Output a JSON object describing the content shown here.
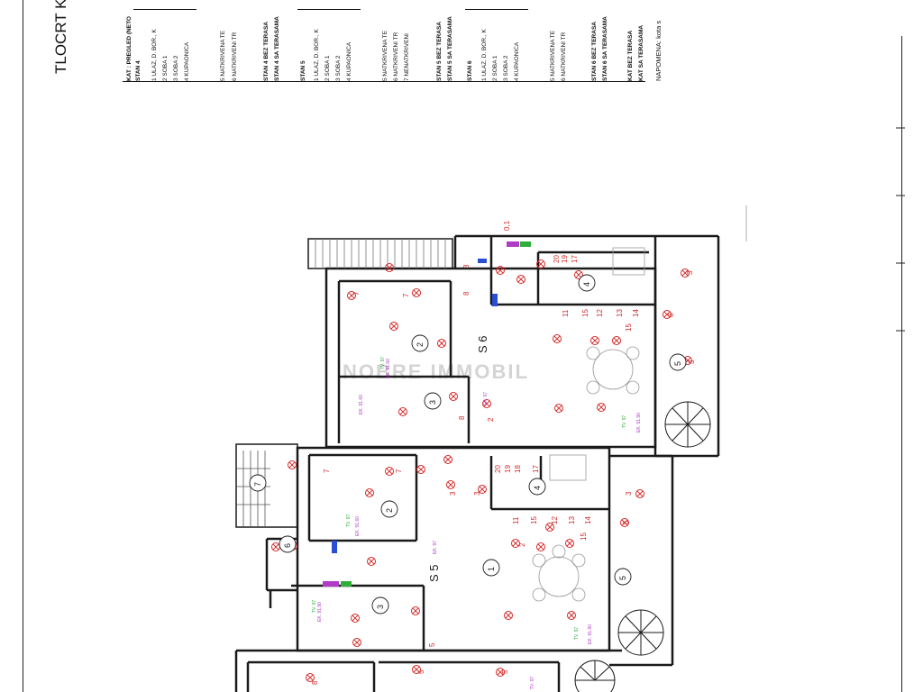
{
  "title": "TLOCRT K",
  "watermark": "NOBRE IMMOBIL",
  "legend": {
    "stan4_header": "KAT : PREGLED (NETO",
    "stan4_title": "STAN 4",
    "stan4_rooms": [
      "1   ULAZ, D. BOR., K",
      "2   SOBA 1",
      "3   SOBA 2",
      "4   KUPAONICA"
    ],
    "stan4_terr": [
      "5   NATKRIVENA TE",
      "6   NATKRIVENI TR"
    ],
    "stan4_totals": [
      "STAN 4 BEZ TERASA",
      "STAN 4 SA TERASAMA"
    ],
    "stan5_title": "STAN 5",
    "stan5_rooms": [
      "1   ULAZ, D. BOR., K",
      "2   SOBA 1",
      "3   SOBA 2",
      "4   KUPAONICA"
    ],
    "stan5_terr": [
      "5   NATKRIVENA TE",
      "6   NATKRIVENI TR",
      "7   NENATKRIVENI"
    ],
    "stan5_totals": [
      "STAN 5 BEZ TERASA",
      "STAN 5 SA TERASAMA"
    ],
    "stan6_title": "STAN 6",
    "stan6_rooms": [
      "1   ULAZ, D. BOR., K",
      "2   SOBA 1",
      "3   SOBA 2",
      "4   KUPAONICA"
    ],
    "stan6_terr": [
      "5   NATKRIVENA TE",
      "6   NATKRIVENI TR"
    ],
    "stan6_totals": [
      "STAN 6 BEZ TERASA",
      "STAN 6 SA TERASAMA"
    ],
    "kat_totals": [
      "KAT BEZ TERASA",
      "KAT SA TERASAMA"
    ],
    "note": "NAPOMENA:  kota s"
  },
  "plan_labels": {
    "s6": "S 6",
    "s5": "S 5",
    "room_numbers": [
      "1",
      "2",
      "3",
      "4",
      "5",
      "6",
      "7"
    ]
  },
  "colors": {
    "wall": "#1a1a1a",
    "electrical": "#d42a2a",
    "accent_purple": "#b03bc4",
    "accent_green": "#2fae3c",
    "accent_blue": "#2a4fd4",
    "hatch": "#777777"
  }
}
